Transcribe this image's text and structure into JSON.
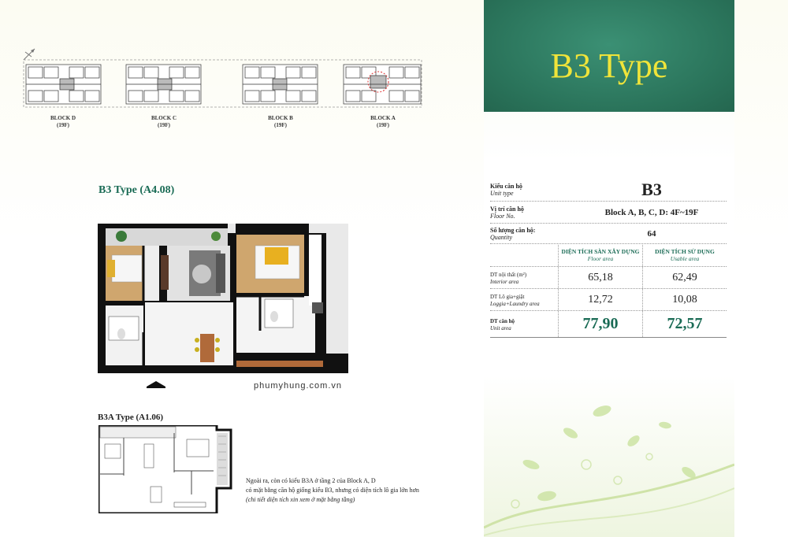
{
  "header": {
    "title": "B3 Type"
  },
  "site_plan": {
    "blocks": [
      {
        "name": "BLOCK D",
        "floors": "(19F)"
      },
      {
        "name": "BLOCK C",
        "floors": "(19F)"
      },
      {
        "name": "BLOCK B",
        "floors": "(19F)"
      },
      {
        "name": "BLOCK A",
        "floors": "(19F)"
      }
    ]
  },
  "plans": {
    "main_title": "B3 Type (A4.08)",
    "small_title": "B3A Type (A1.06)",
    "website": "phumyhung.com.vn",
    "note_line1": "Ngoài ra, còn có kiểu B3A ở tầng 2 của Block A, D",
    "note_line2": "có mặt bằng căn hộ giống kiểu B3, nhưng có diện tích lô gia lớn hơn",
    "note_line3": "(chi tiết diện tích xin xem ở mặt bằng tầng)"
  },
  "spec": {
    "type_label_vi": "Kiểu căn hộ",
    "type_label_en": "Unit type",
    "type_value": "B3",
    "floor_label_vi": "Vị trí căn hộ",
    "floor_label_en": "Floor No.",
    "floor_value": "Block A, B, C, D: 4F~19F",
    "qty_label_vi": "Số lượng căn hộ:",
    "qty_label_en": "Quantity",
    "qty_value": "64"
  },
  "area": {
    "col1_vi": "DIỆN TÍCH SÀN XÂY DỰNG",
    "col1_en": "Floor area",
    "col2_vi": "DIỆN TÍCH SỬ DỤNG",
    "col2_en": "Usable area",
    "rows": [
      {
        "label_vi": "DT nội thất (m²)",
        "label_en": "Interior area",
        "floor": "65,18",
        "usable": "62,49"
      },
      {
        "label_vi": "DT Lô gia+giặt",
        "label_en": "Loggia+Laundry area",
        "floor": "12,72",
        "usable": "10,08"
      },
      {
        "label_vi": "DT căn hộ",
        "label_en": "Unit area",
        "floor": "77,90",
        "usable": "72,57"
      }
    ]
  },
  "colors": {
    "header_green": "#2f7d63",
    "title_yellow": "#f0e43a",
    "accent_green": "#1a6b55"
  }
}
